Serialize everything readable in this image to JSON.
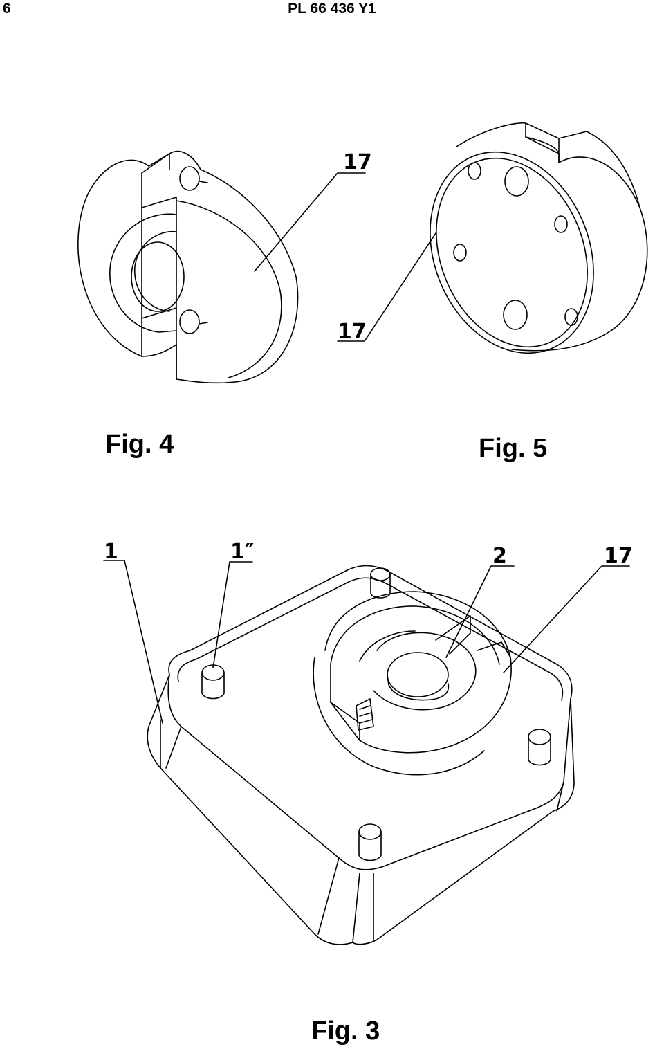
{
  "header": {
    "page_number": "6",
    "document_id": "PL 66 436 Y1"
  },
  "figures": [
    {
      "caption": "Fig. 4",
      "refs": [
        "17"
      ]
    },
    {
      "caption": "Fig. 5",
      "refs": [
        "17"
      ]
    },
    {
      "caption": "Fig. 3",
      "refs": [
        "1",
        "1″",
        "2",
        "17"
      ]
    }
  ]
}
